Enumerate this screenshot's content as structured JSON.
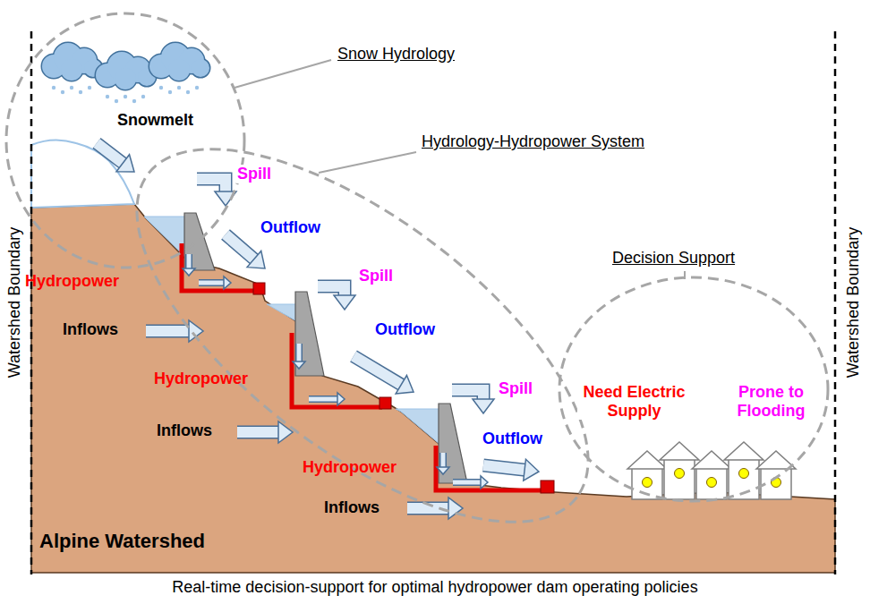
{
  "diagram": {
    "caption": "Real-time decision-support for optimal hydropower dam operating policies",
    "labels": [
      "Snow Hydrology",
      "Hydrology-Hydropower System",
      "Decision Support",
      "Snowmelt",
      "Spill",
      "Outflow",
      "Hydropower",
      "Inflows",
      "Spill",
      "Outflow",
      "Hydropower",
      "Inflows",
      "Spill",
      "Outflow",
      "Hydropower",
      "Inflows",
      "Need Electric Supply",
      "Prone to Flooding",
      "Watershed Boundary",
      "Watershed Boundary",
      "Alpine Watershed"
    ]
  }
}
